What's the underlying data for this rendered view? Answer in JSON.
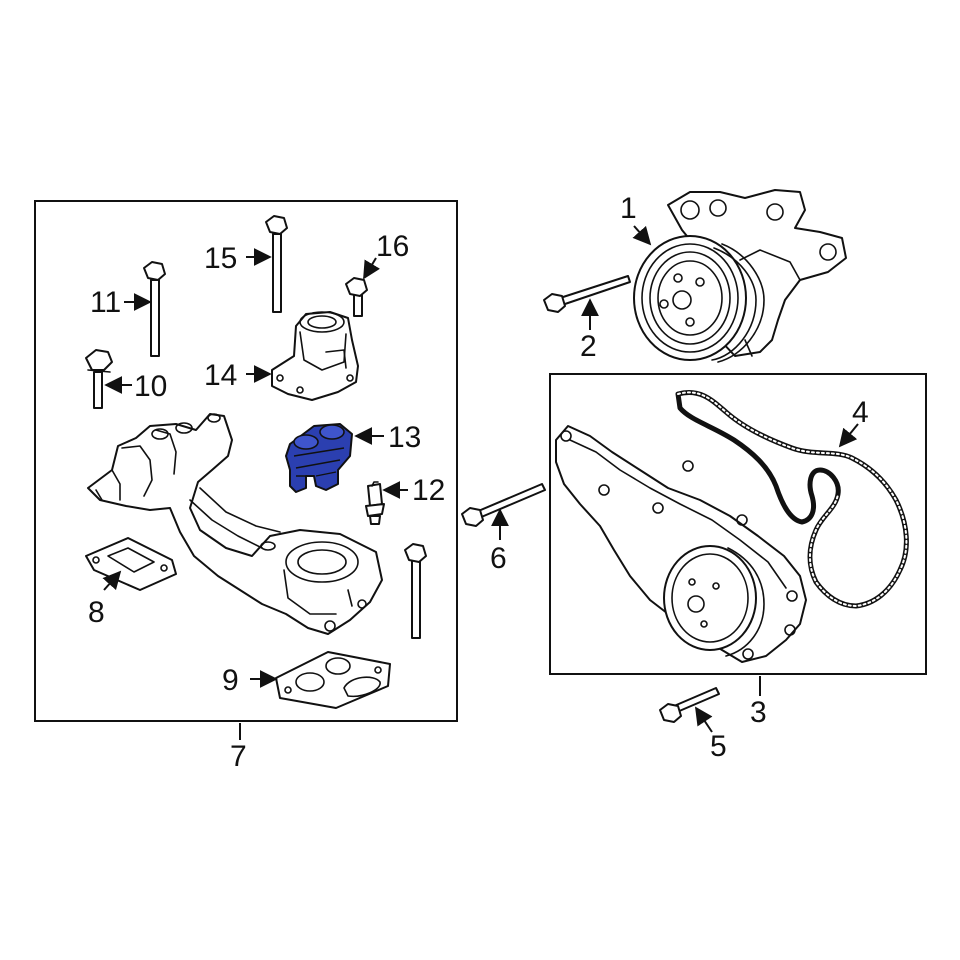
{
  "callouts": {
    "c1": "1",
    "c2": "2",
    "c3": "3",
    "c4": "4",
    "c5": "5",
    "c6": "6",
    "c7": "7",
    "c8": "8",
    "c9": "9",
    "c10": "10",
    "c11": "11",
    "c12": "12",
    "c13": "13",
    "c14": "14",
    "c15": "15",
    "c16": "16"
  },
  "colors": {
    "highlight": "#2b3fb0",
    "line": "#111111",
    "background": "#ffffff"
  }
}
